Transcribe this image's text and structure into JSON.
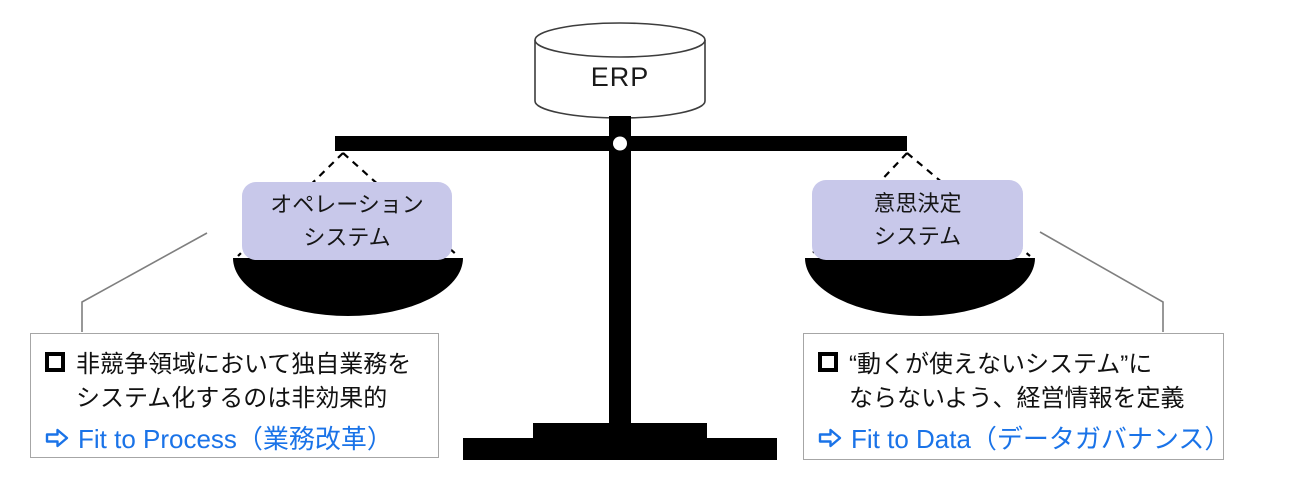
{
  "diagram_title": "ERP balance-scale diagram",
  "erp": {
    "label": "ERP"
  },
  "pans": {
    "left": {
      "lines": [
        "オペレーション",
        "システム"
      ]
    },
    "right": {
      "lines": [
        "意思決定",
        "システム"
      ]
    }
  },
  "notes": {
    "left": {
      "bullet_icon": "square-outline-icon",
      "line1": "非競争領域において独自業務を",
      "line2": "システム化するのは非効果的",
      "arrow_icon": "right-arrow-outline-icon",
      "fit_text": "Fit to Process（業務改革）"
    },
    "right": {
      "bullet_icon": "square-outline-icon",
      "line1": "“動くが使えないシステム”に",
      "line2": "ならないよう、経営情報を定義",
      "arrow_icon": "right-arrow-outline-icon",
      "fit_text": "Fit to Data（データガバナンス）"
    }
  },
  "colors": {
    "pan_label_bg": "#c8c8ea",
    "fit_text_blue": "#1a73e8",
    "note_border_gray": "#a6a6a6",
    "connector_gray": "#7f7f7f",
    "scale_black": "#000000",
    "cylinder_stroke": "#3d3d3d"
  }
}
